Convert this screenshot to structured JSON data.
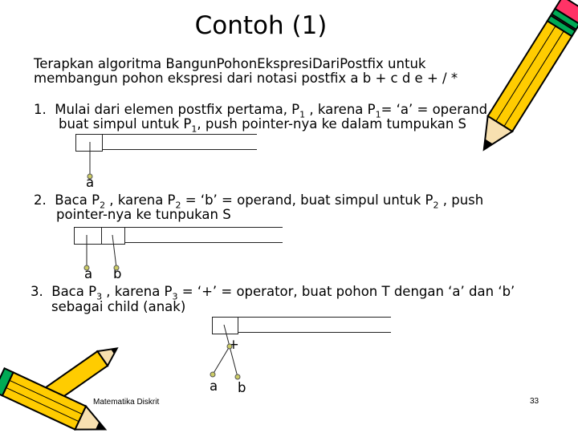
{
  "title": "Contoh (1)",
  "intro": {
    "line1": "Terapkan algoritma BangunPohonEkspresiDariPostfix untuk",
    "line2": "membangun pohon ekspresi dari notasi postfix a b + c d e + / *"
  },
  "steps": [
    {
      "num": "1.",
      "line1_a": "Mulai dari elemen postfix pertama,  P",
      "line1_sub1": "1",
      "line1_b": " , karena P",
      "line1_sub2": "1",
      "line1_c": "= ‘a’ = operand,",
      "line2_a": "buat simpul untuk P",
      "line2_sub": "1",
      "line2_b": ", push pointer-nya ke dalam tumpukan S",
      "nodes": [
        "a"
      ]
    },
    {
      "num": "2.",
      "line1_a": "Baca P",
      "line1_sub1": "2",
      "line1_b": " , karena P",
      "line1_sub2": "2",
      "line1_c": " = ‘b’ = operand, buat simpul untuk P",
      "line1_sub3": "2",
      "line1_d": " , push",
      "line2": "pointer-nya ke tunpukan S",
      "nodes": [
        "a",
        "b"
      ]
    },
    {
      "num": "3.",
      "line1_a": "Baca P",
      "line1_sub1": "3",
      "line1_b": " , karena P",
      "line1_sub2": "3",
      "line1_c": " = ‘+’ = operator, buat pohon T dengan ‘a’ dan ‘b’",
      "line2": "sebagai child (anak)",
      "nodes": [
        "+",
        "a",
        "b"
      ]
    }
  ],
  "footer": {
    "left": "Matematika Diskrit",
    "page": "33"
  },
  "colors": {
    "node_fill": "#cccc66",
    "pencil_body": "#ffcc00",
    "pencil_tip": "#f7e0b0",
    "pencil_eraser": "#ff3366",
    "pencil_band": "#00aa55",
    "pencil_outline": "#000000"
  },
  "decor": [
    "pencil-icon-top-right",
    "pencil-icon-bottom-left",
    "pencil-icon-bottom-left-2"
  ]
}
